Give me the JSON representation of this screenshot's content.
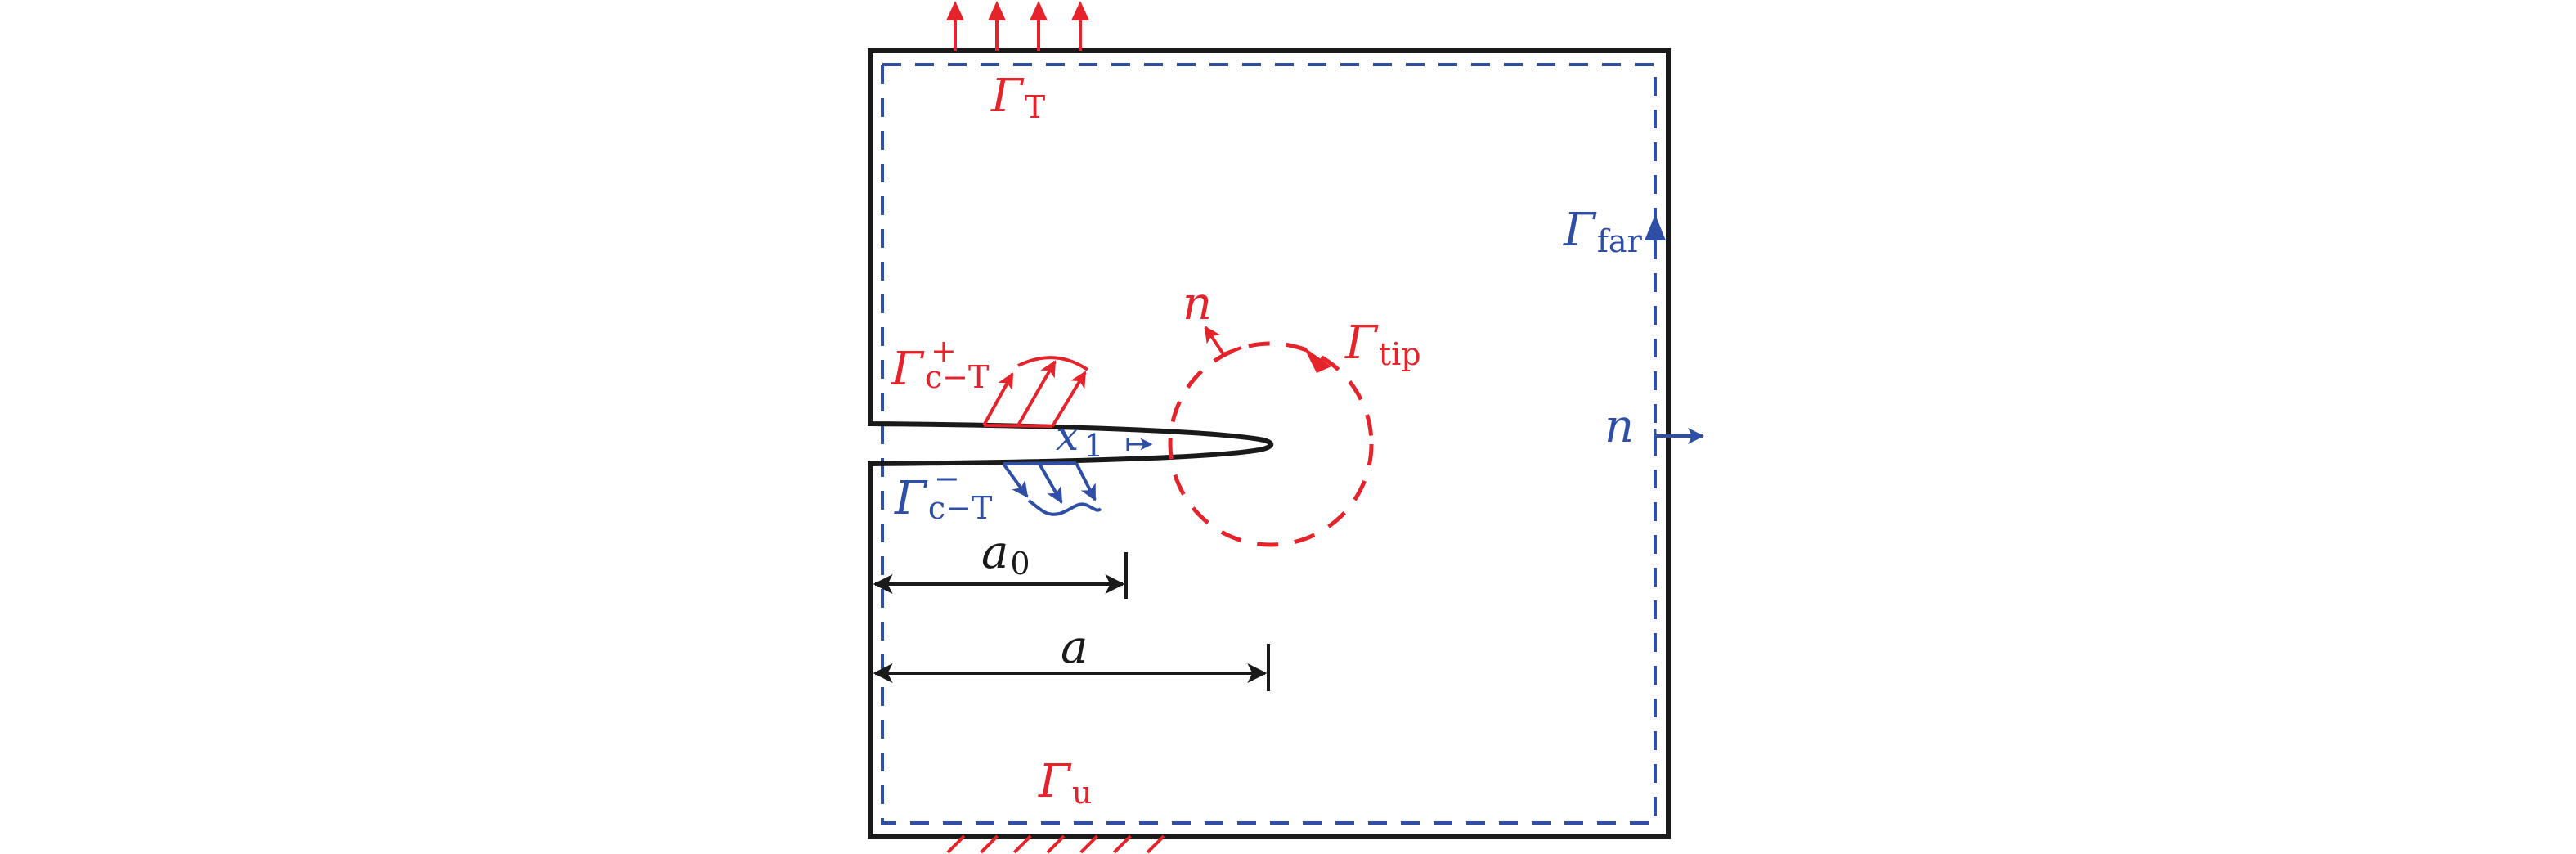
{
  "figure": {
    "colors": {
      "boundary": "#1a1a1a",
      "traction": "#e4232b",
      "contour": "#2f4fa6",
      "tip_contour": "#e4232b",
      "background": "#ffffff"
    },
    "labels": {
      "gamma_T": {
        "symbol": "Γ",
        "sub": "T"
      },
      "gamma_far": {
        "symbol": "Γ",
        "sub": "far"
      },
      "gamma_tip": {
        "symbol": "Γ",
        "sub": "tip"
      },
      "gamma_u": {
        "symbol": "Γ",
        "sub": "u"
      },
      "gamma_c_plus": {
        "symbol": "Γ",
        "sub": "c−T",
        "sup": "+"
      },
      "gamma_c_minus": {
        "symbol": "Γ",
        "sub": "c−T",
        "sup": "−"
      },
      "normal_tip": "n",
      "normal_far": "n",
      "x1": {
        "symbol": "x",
        "sub": "1"
      },
      "a0": {
        "symbol": "a",
        "sub": "0"
      },
      "a": {
        "symbol": "a"
      }
    },
    "counts": {
      "top_traction_arrows": 4,
      "clamp_hatches": 7,
      "crack_face_upper_arrows": 3,
      "crack_face_lower_arrows": 3
    }
  }
}
